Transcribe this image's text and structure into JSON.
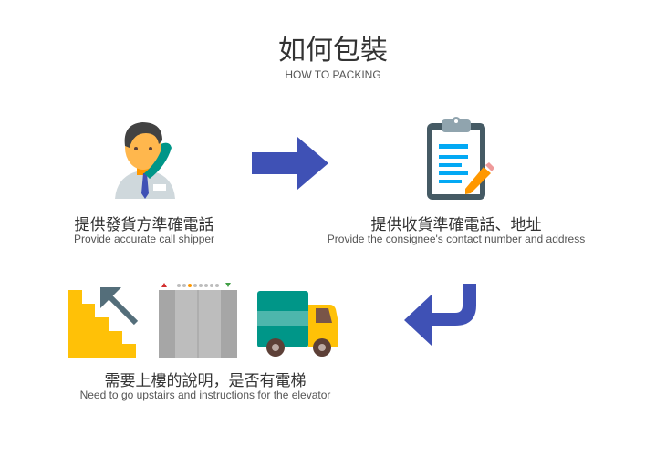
{
  "header": {
    "title": "如何包裝",
    "subtitle": "HOW TO PACKING"
  },
  "steps": [
    {
      "title_zh": "提供發貨方準確電話",
      "title_en": "Provide accurate call shipper",
      "icon": "customer-service-icon"
    },
    {
      "title_zh": "提供收貨準確電話、地址",
      "title_en": "Provide the consignee's contact number and address",
      "icon": "clipboard-icon"
    },
    {
      "title_zh": "需要上樓的說明，是否有電梯",
      "title_en": "Need to go upstairs and instructions for the elevator",
      "icons": [
        "stairs-icon",
        "elevator-icon",
        "truck-icon"
      ]
    }
  ],
  "colors": {
    "arrow": "#3f51b5",
    "yellow": "#ffc107",
    "teal": "#009688"
  }
}
